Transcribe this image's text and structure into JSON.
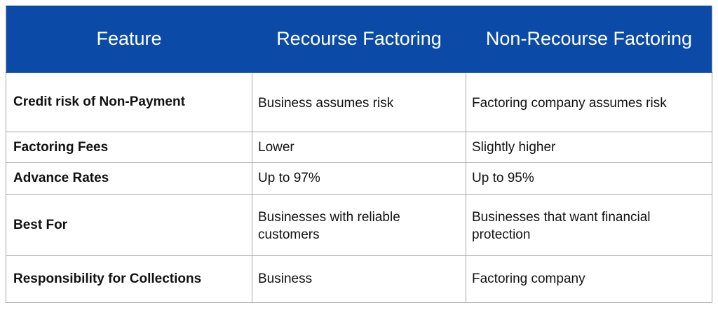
{
  "table": {
    "accent_color": "#0B4BA7",
    "header_text_color": "#ffffff",
    "border_color": "#a8a8a8",
    "body_text_color": "#111111",
    "background": "#ffffff",
    "columns": [
      {
        "key": "feature",
        "label": "Feature"
      },
      {
        "key": "recourse",
        "label": "Recourse Factoring"
      },
      {
        "key": "non_recourse",
        "label": "Non-Recourse Factoring"
      }
    ],
    "rows": [
      {
        "feature": "Credit risk of Non-Payment",
        "recourse": "Business assumes risk",
        "non_recourse": "Factoring company assumes risk"
      },
      {
        "feature": "Factoring Fees",
        "recourse": "Lower",
        "non_recourse": "Slightly higher"
      },
      {
        "feature": "Advance Rates",
        "recourse": "Up to 97%",
        "non_recourse": "Up to 95%"
      },
      {
        "feature": "Best For",
        "recourse": "Businesses with reliable customers",
        "non_recourse": "Businesses that want financial protection"
      },
      {
        "feature": "Responsibility for Collections",
        "recourse": "Business",
        "non_recourse": "Factoring company"
      }
    ]
  }
}
